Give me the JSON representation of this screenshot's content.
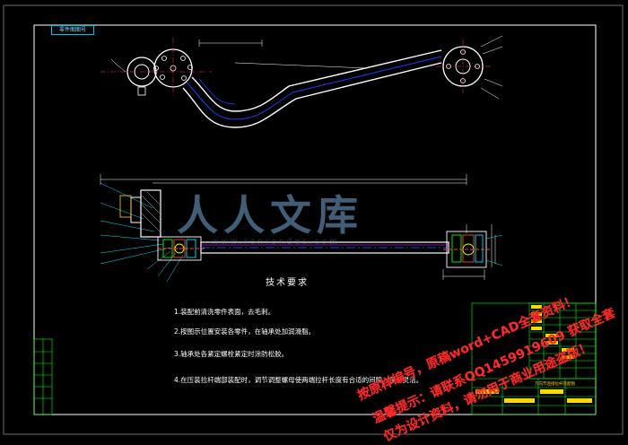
{
  "drawing": {
    "frame_tag": "零件图图号",
    "requirements_title": "技术要求",
    "requirements": [
      "1.装配前清洗零件表面，去毛刺。",
      "2.按图示位置安装各零件，在轴承处加润滑脂。",
      "3.轴承处各紧定螺栓紧定时涂防松胶。",
      "4.在压装拉杆端部装配时，调节调整螺母使两端拉杆长度有合适的间隙，保证灵活。"
    ],
    "title_block_caption": "万向节连接拉杆装配图"
  },
  "watermark": {
    "brand": "人人文库",
    "url": "www.renrendoc.com"
  },
  "promo_lines": [
    "按原样编号，原稿word+CAD全套资料！",
    "温馨提示：请联系QQ1459919609 获取全套",
    "仅为设计资料，请勿用于商业用途盗版！"
  ],
  "colors": {
    "frame": "#ffffff",
    "part_outline": "#ffffff",
    "center_line": "#1e3cff",
    "dimension": "#ffffff",
    "leader": "#00e0ff",
    "title_block": "#00ff00",
    "promo": "#ff2b2b"
  }
}
